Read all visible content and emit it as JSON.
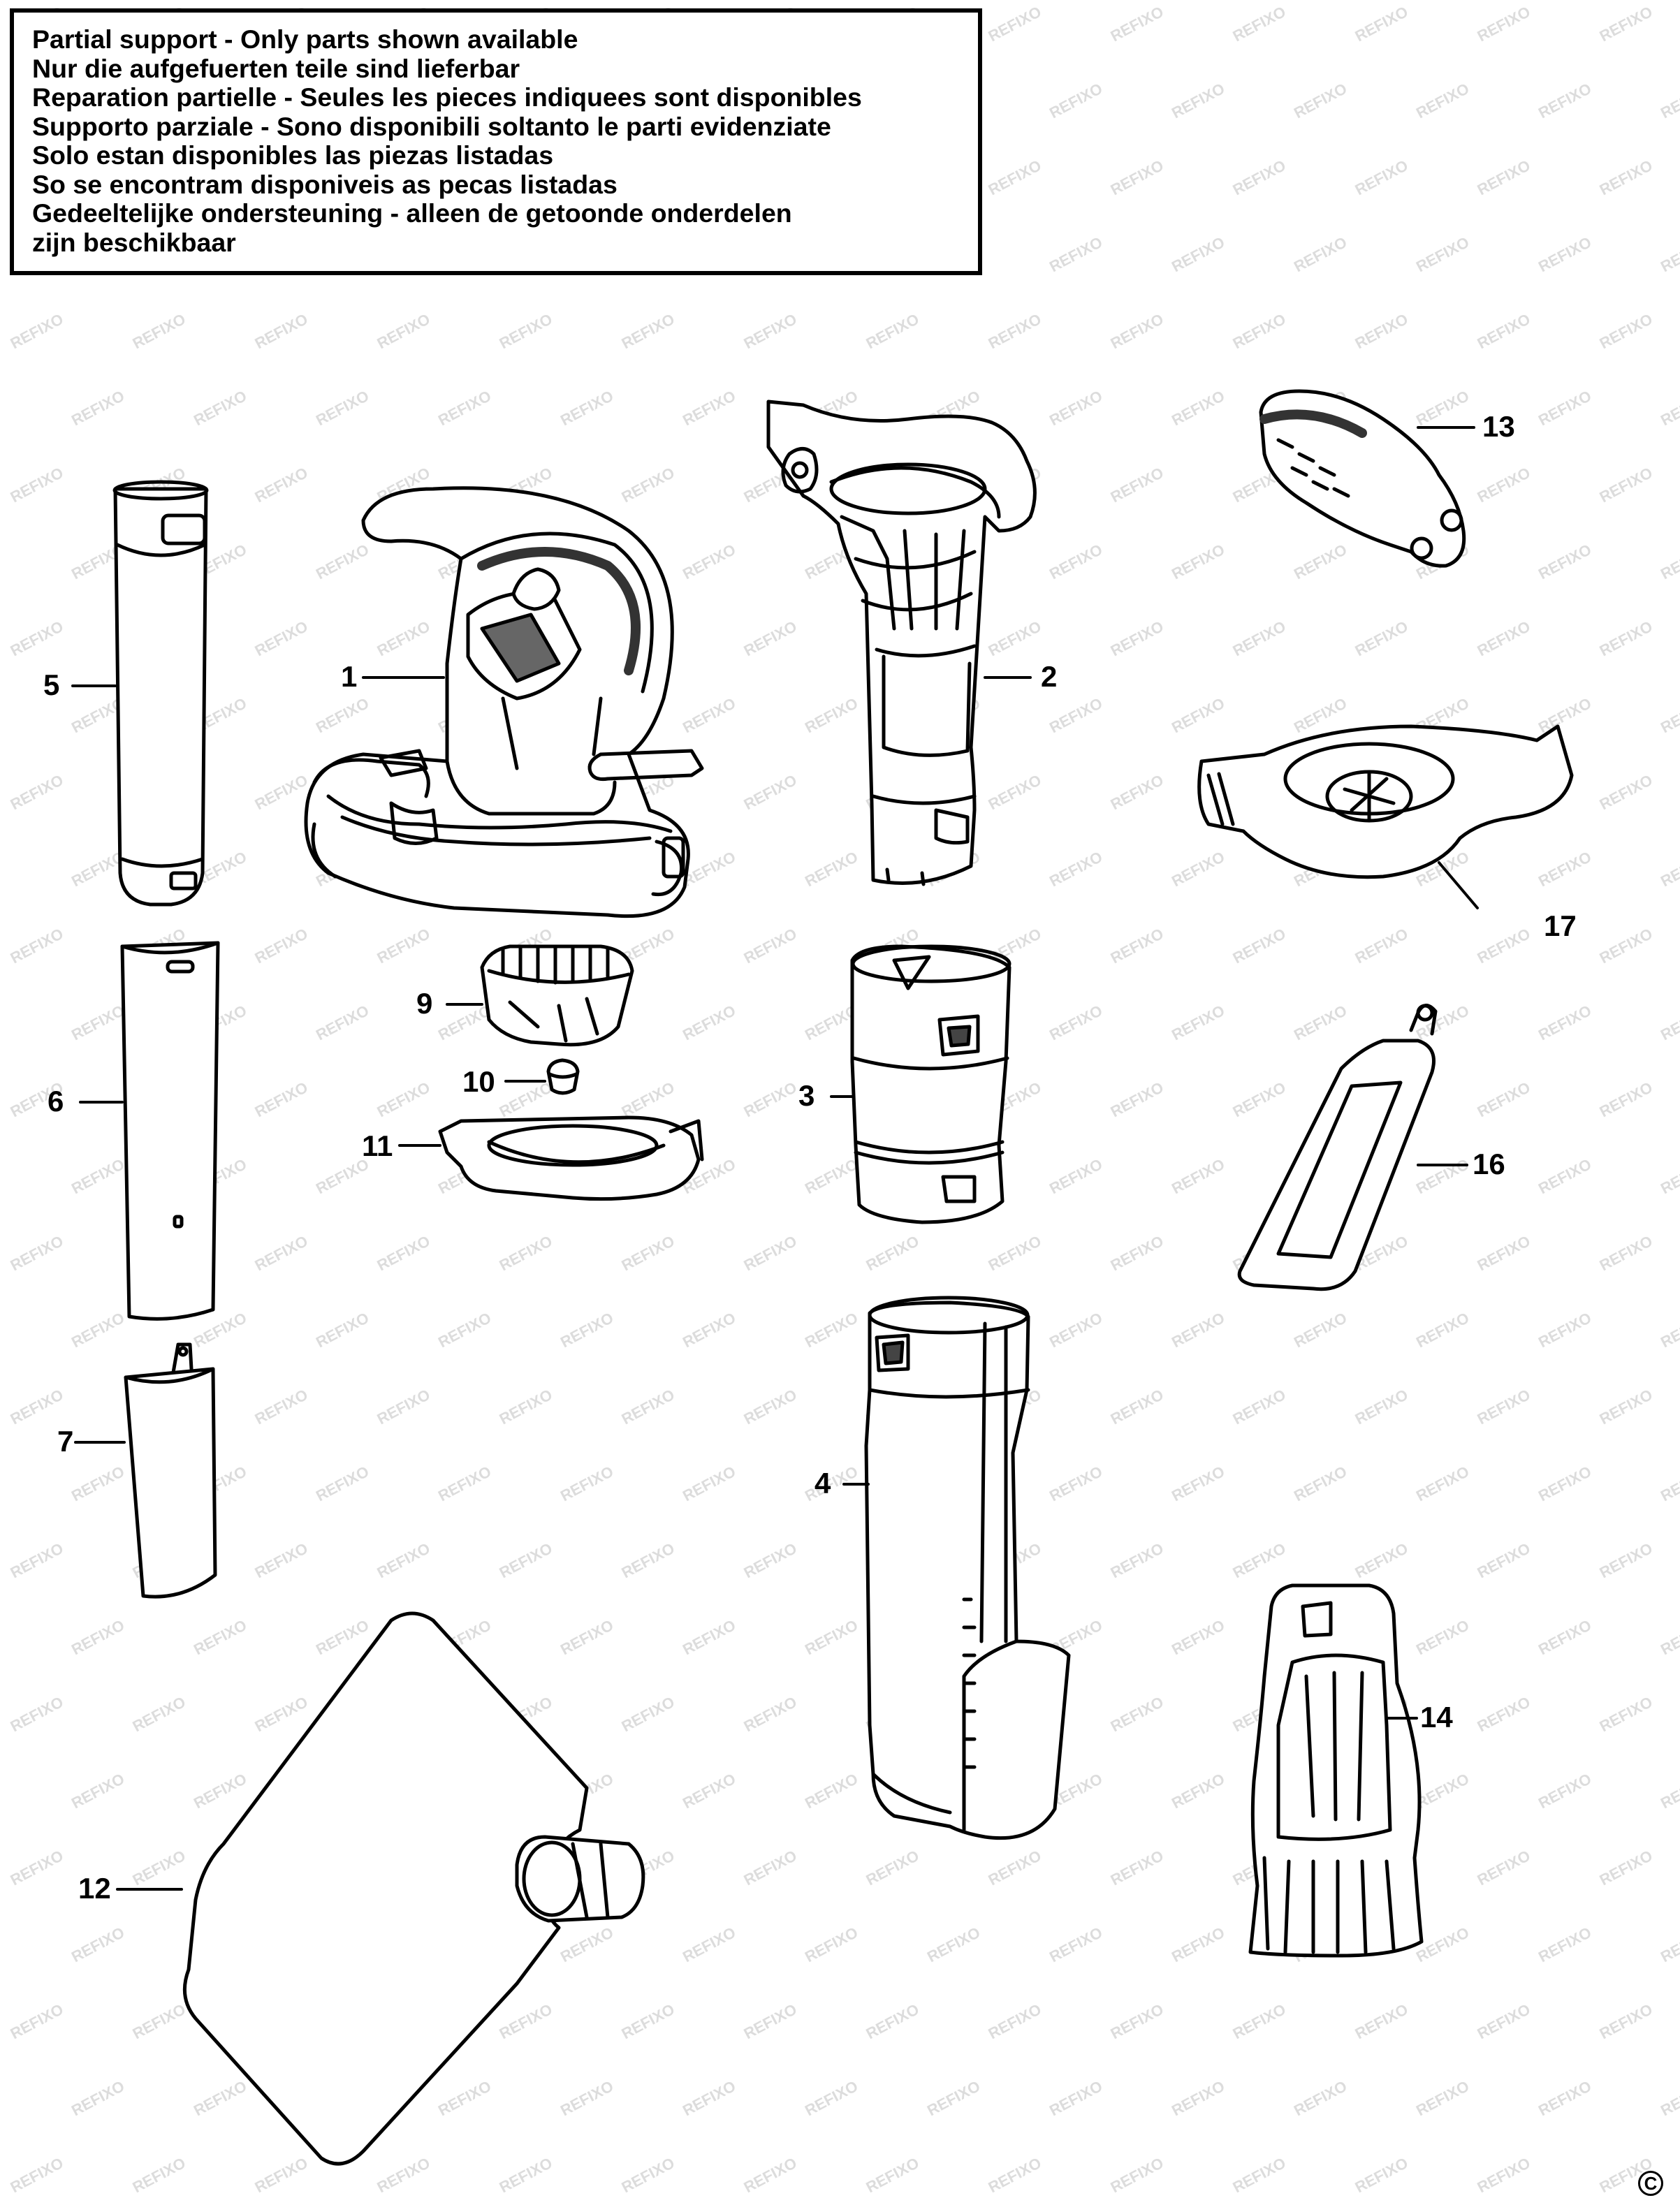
{
  "notice": {
    "lines": [
      "Partial support - Only parts shown available",
      "Nur die aufgefuerten teile sind lieferbar",
      "Reparation partielle - Seules les pieces indiquees sont disponibles",
      "Supporto parziale - Sono disponibili soltanto le parti evidenziate",
      "Solo estan disponibles las piezas listadas",
      "So se encontram disponiveis as pecas listadas",
      "Gedeeltelijke ondersteuning - alleen de getoonde onderdelen",
      "zijn beschikbaar"
    ]
  },
  "watermark": "REFIXO",
  "callouts": {
    "p1": "1",
    "p2": "2",
    "p3": "3",
    "p4": "4",
    "p5": "5",
    "p6": "6",
    "p7": "7",
    "p9": "9",
    "p10": "10",
    "p11": "11",
    "p12": "12",
    "p13": "13",
    "p14": "14",
    "p16": "16",
    "p17": "17"
  },
  "copyright_mark": "C"
}
